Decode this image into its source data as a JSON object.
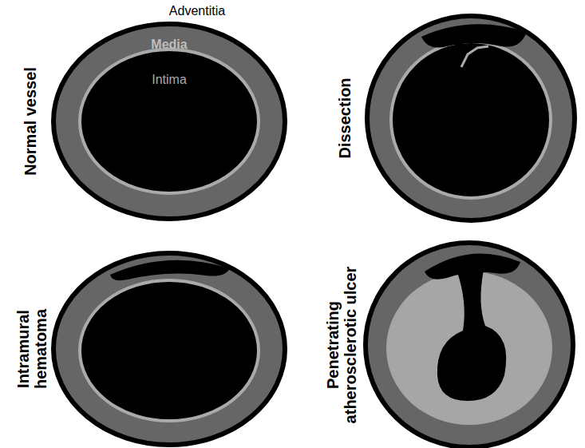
{
  "diagram": {
    "labels": [
      "Adventitia",
      "Media",
      "Intima",
      "Normal vessel",
      "Dissection",
      "Intramural hematoma",
      "Penetrating atherosclerotic ulcer"
    ]
  }
}
